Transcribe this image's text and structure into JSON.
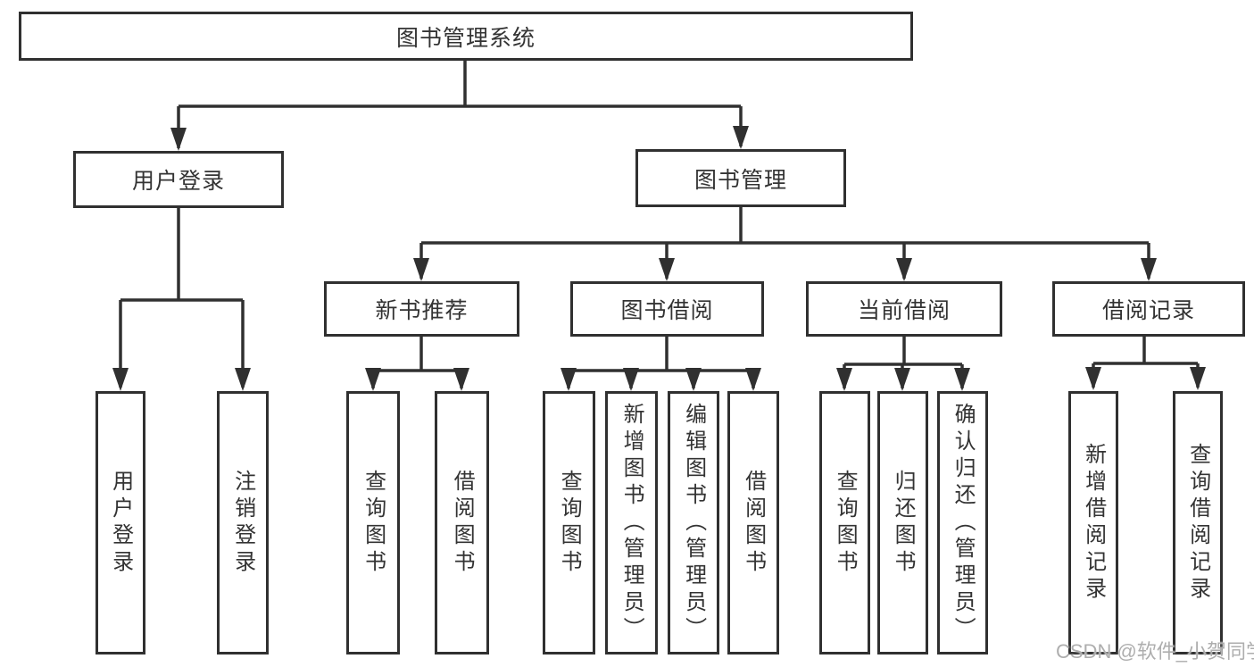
{
  "tree": {
    "root": "图书管理系统",
    "user_login": {
      "label": "用户登录",
      "children": [
        "用户登录",
        "注销登录"
      ]
    },
    "book_mgmt": {
      "label": "图书管理",
      "sections": {
        "new_book_rec": {
          "label": "新书推荐",
          "children": [
            "查询图书",
            "借阅图书"
          ]
        },
        "book_borrowing": {
          "label": "图书借阅",
          "children": [
            "查询图书",
            "新增图书（管理员）",
            "编辑图书（管理员）",
            "借阅图书"
          ]
        },
        "current_borrowing": {
          "label": "当前借阅",
          "children": [
            "查询图书",
            "归还图书",
            "确认归还（管理员）"
          ]
        },
        "borrowing_records": {
          "label": "借阅记录",
          "children": [
            "新增借阅记录",
            "查询借阅记录"
          ]
        }
      }
    }
  },
  "watermark": "CSDN @软件_小贺同学",
  "colors": {
    "line": "#303030",
    "text": "#333333",
    "watermark": "#aeaeae",
    "background": "#ffffff"
  }
}
